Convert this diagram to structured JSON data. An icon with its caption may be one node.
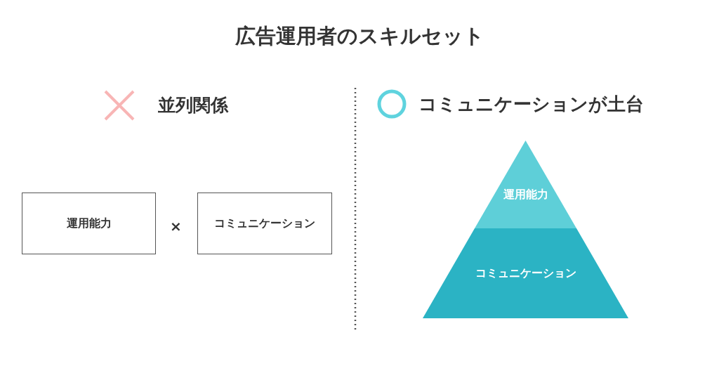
{
  "diagram": {
    "title": "広告運用者のスキルセット",
    "nodes": [
      {
        "text": [
          "運用能力"
        ]
      },
      {
        "text": [
          "コミュニケーション"
        ]
      },
      {
        "text": [
          "運用能力"
        ]
      },
      {
        "text": [
          "コミュニケーション"
        ]
      }
    ],
    "labels": [
      "並列関係",
      "×",
      "コミュニケーションが土台"
    ]
  }
}
